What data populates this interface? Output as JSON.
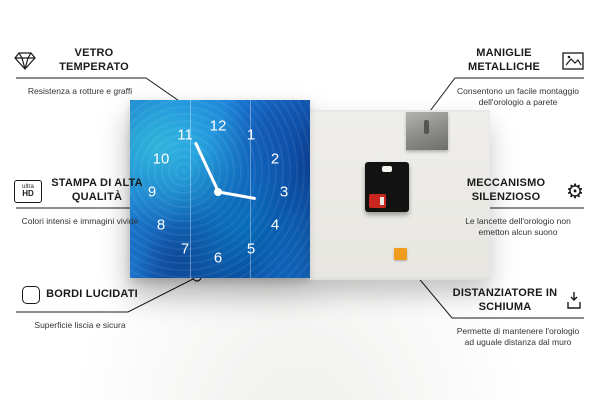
{
  "colors": {
    "line": "#1a1a1a",
    "clock_blue": "#1565c0",
    "spacer_orange": "#ef9c1f",
    "battery_red": "#c8261f"
  },
  "clock": {
    "numbers": [
      "12",
      "1",
      "2",
      "3",
      "4",
      "5",
      "6",
      "7",
      "8",
      "9",
      "10",
      "11"
    ]
  },
  "features": {
    "left": [
      {
        "icon": "diamond-icon",
        "title": "VETRO TEMPERATO",
        "desc": "Resistenza a rotture e graffi"
      },
      {
        "icon": "ultra-hd-icon",
        "icon_text_top": "ultra",
        "icon_text_bottom": "HD",
        "title": "STAMPA DI ALTA QUALITÀ",
        "desc": "Colori intensi e immagini vivide"
      },
      {
        "icon": "rounded-edge-icon",
        "title": "BORDI LUCIDATI",
        "desc": "Superficie liscia e sicura"
      }
    ],
    "right": [
      {
        "icon": "picture-frame-icon",
        "title": "MANIGLIE METALLICHE",
        "desc": "Consentono un facile montaggio dell'orologio a parete"
      },
      {
        "icon": "gear-icon",
        "gear_glyph": "⚙",
        "title": "MECCANISMO SILENZIOSO",
        "desc": "Le lancette dell'orologio non emetton alcun suono"
      },
      {
        "icon": "foam-spacer-icon",
        "title": "DISTANZIATORE IN SCHIUMA",
        "desc": "Permette di mantenere l'orologio ad uguale distanza dal muro"
      }
    ]
  }
}
